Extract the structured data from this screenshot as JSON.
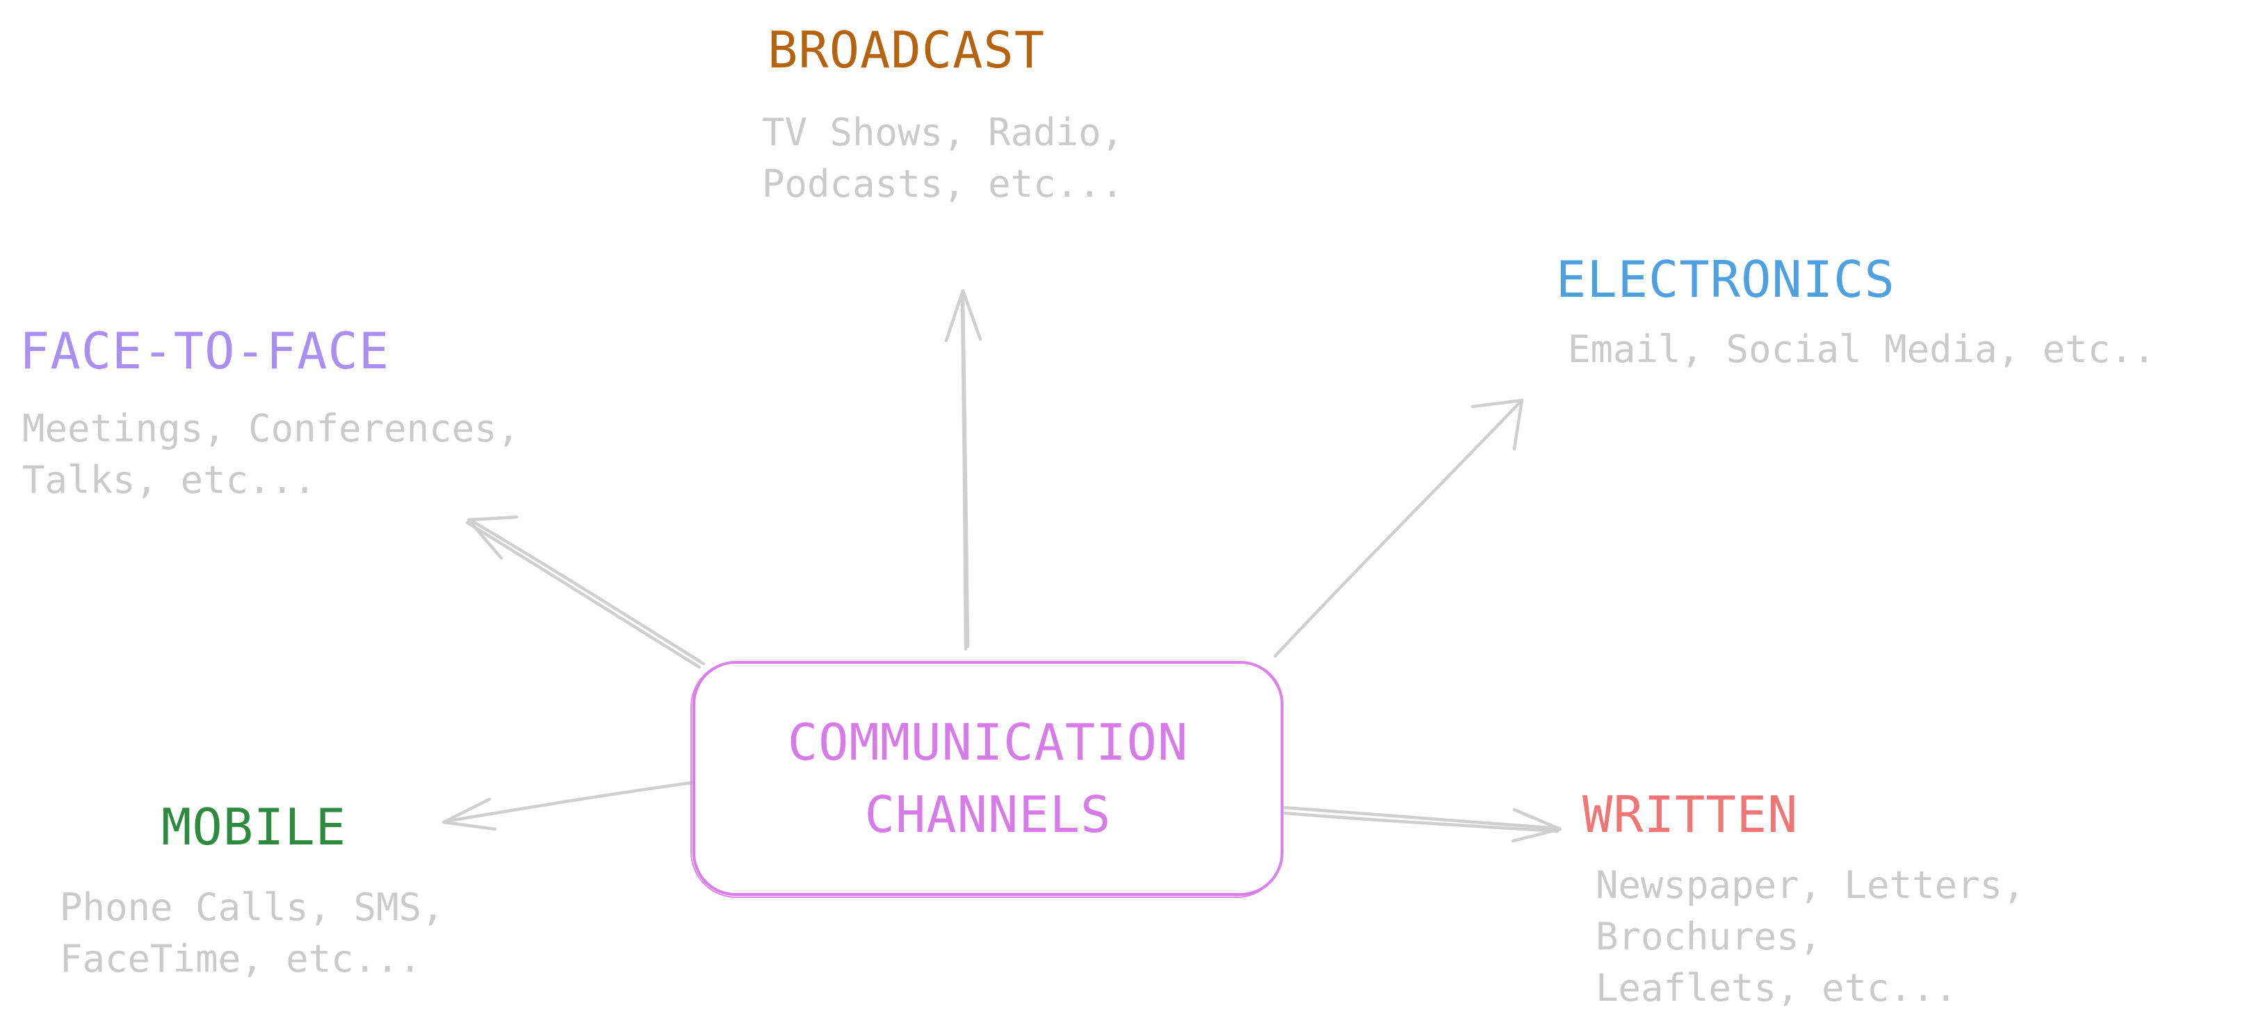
{
  "colors": {
    "hub": "#d77be8",
    "broadcast": "#b5630f",
    "electronics": "#4fa0e0",
    "face_to_face": "#a88ff4",
    "mobile": "#2d8a3f",
    "written": "#f07575",
    "description": "#cacaca",
    "arrow": "#cfcfcf"
  },
  "hub": {
    "label": "COMMUNICATION\nCHANNELS"
  },
  "nodes": {
    "broadcast": {
      "title": "BROADCAST",
      "description": "TV Shows, Radio,\nPodcasts, etc..."
    },
    "electronics": {
      "title": "ELECTRONICS",
      "description": "Email, Social Media, etc.."
    },
    "face_to_face": {
      "title": "FACE-TO-FACE",
      "description": "Meetings, Conferences,\nTalks, etc..."
    },
    "mobile": {
      "title": "MOBILE",
      "description": "Phone Calls, SMS,\nFaceTime, etc..."
    },
    "written": {
      "title": "WRITTEN",
      "description": "Newspaper, Letters, Brochures,\nLeaflets, etc..."
    }
  }
}
